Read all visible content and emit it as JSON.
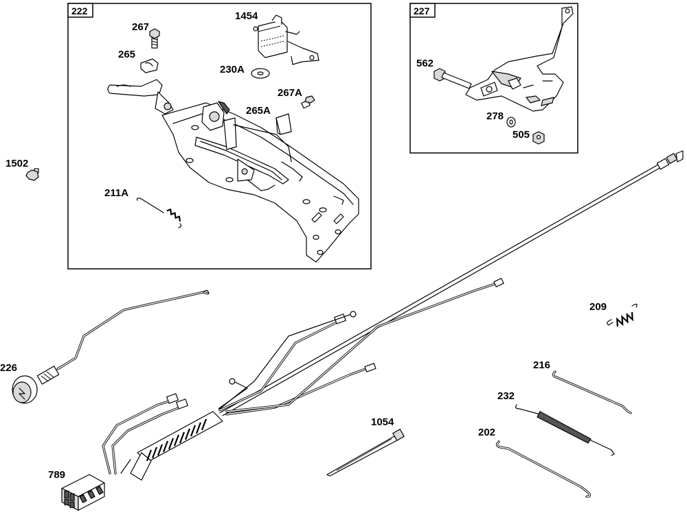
{
  "boxes": [
    {
      "number": "222"
    },
    {
      "number": "227"
    }
  ],
  "labels": {
    "p222": "222",
    "p227": "227",
    "p267": "267",
    "p1454": "1454",
    "p265": "265",
    "p230A": "230A",
    "p267A": "267A",
    "p265A": "265A",
    "p211A": "211A",
    "p1502": "1502",
    "p562": "562",
    "p278": "278",
    "p505": "505",
    "p209": "209",
    "p226": "226",
    "p216": "216",
    "p232": "232",
    "p202": "202",
    "p1054": "1054",
    "p789": "789"
  }
}
